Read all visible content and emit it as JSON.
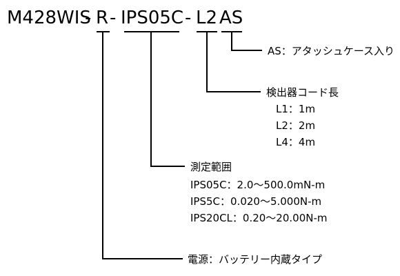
{
  "model": {
    "segments": [
      {
        "id": "base",
        "text": "M428WIS"
      },
      {
        "id": "dash1",
        "text": "-"
      },
      {
        "id": "power",
        "text": "R"
      },
      {
        "id": "dash2",
        "text": "-"
      },
      {
        "id": "range",
        "text": "IPS05C"
      },
      {
        "id": "dash3",
        "text": "-"
      },
      {
        "id": "cable",
        "text": "L2"
      },
      {
        "id": "option",
        "text": "AS"
      }
    ]
  },
  "callouts": {
    "option": {
      "title": "AS：アタッシュケース入り",
      "items": []
    },
    "cable": {
      "title": "検出器コード長",
      "items": [
        "L1：1m",
        "L2：2m",
        "L4：4m"
      ]
    },
    "range": {
      "title": "測定範囲",
      "items": [
        "IPS05C：2.0～500.0mN-m",
        "IPS5C：0.020～5.000N-m",
        "IPS20CL：0.20～20.00N-m"
      ]
    },
    "power": {
      "title": "電源：バッテリー内蔵タイプ",
      "items": []
    }
  }
}
